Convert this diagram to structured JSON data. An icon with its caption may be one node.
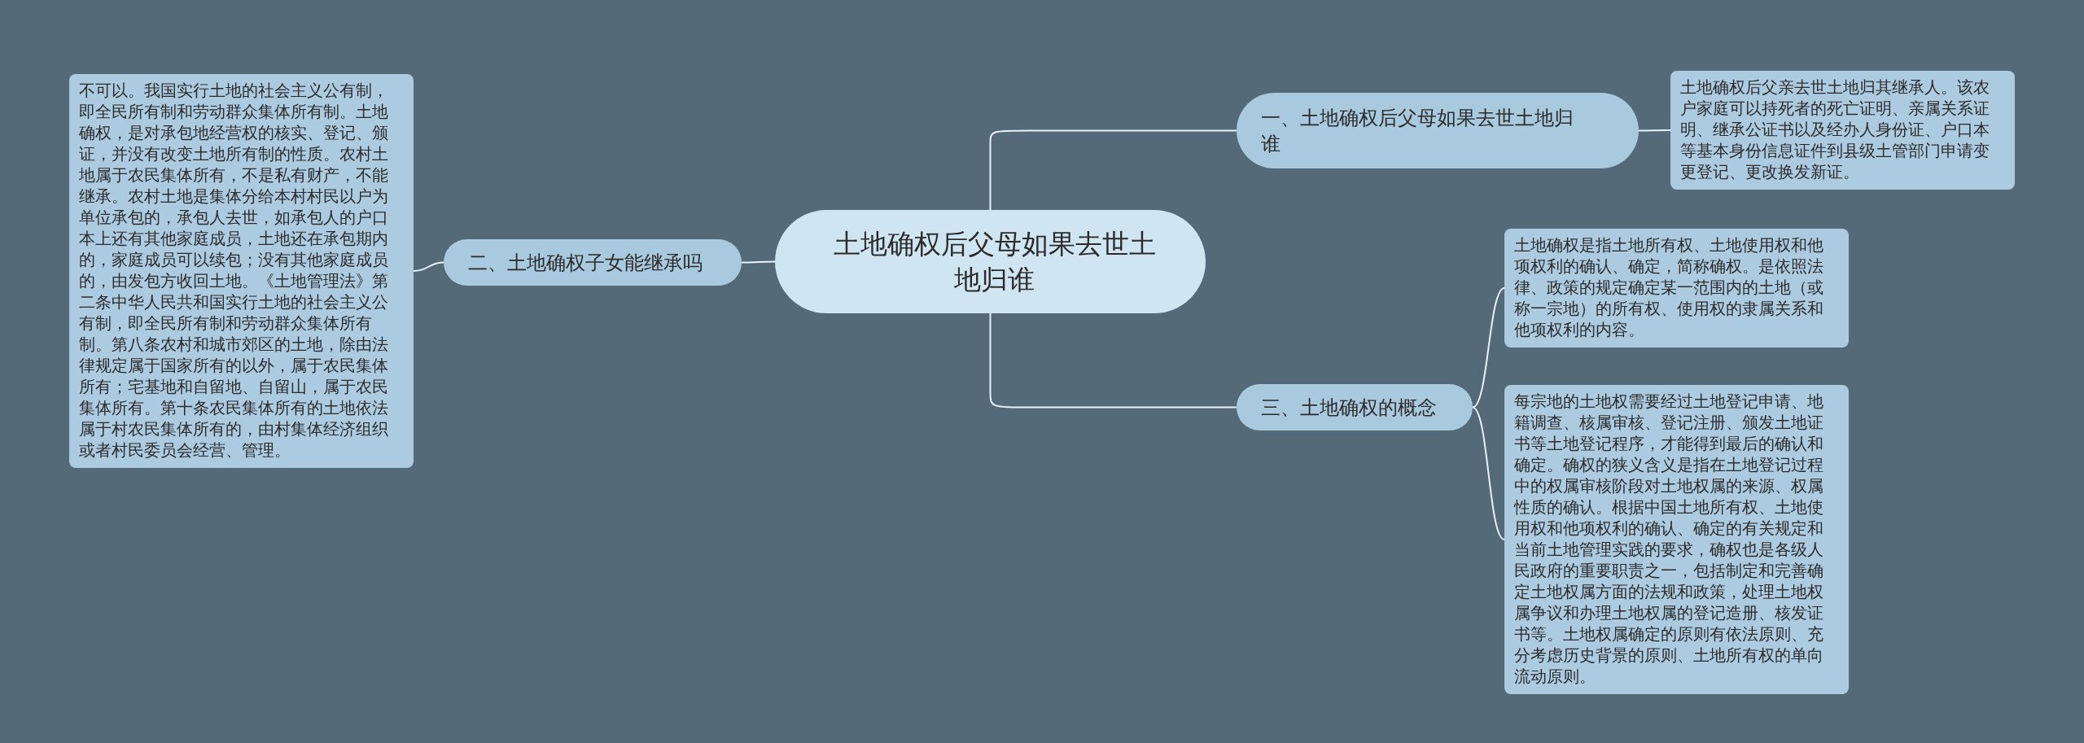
{
  "diagram": {
    "nodes": [
      {
        "text": [
          "土地确权后父母如果去世土地归谁"
        ]
      },
      {
        "text": [
          "一、土地确权后父母如果去世土地归谁"
        ]
      },
      {
        "text": [
          "土地确权后父亲去世土地归其继承人。该农户家庭可以持死者的死亡证明、亲属关系证明、继承公证书以及经办人身份证、户口本等基本身份信息证件到县级土管部门申请变更登记、更改换发新证。"
        ]
      },
      {
        "text": [
          "二、土地确权子女能继承吗"
        ]
      },
      {
        "text": [
          "不可以。我国实行土地的社会主义公有制，即全民所有制和劳动群众集体所有制。土地确权，是对承包地经营权的核实、登记、颁证，并没有改变土地所有制的性质。农村土地属于农民集体所有，不是私有财产，不能继承。农村土地是集体分给本村村民以户为单位承包的，承包人去世，如承包人的户口本上还有其他家庭成员，土地还在承包期内的，家庭成员可以续包；没有其他家庭成员的，由发包方收回土地。《土地管理法》第二条中华人民共和国实行土地的社会主义公有制，即全民所有制和劳动群众集体所有制。第八条农村和城市郊区的土地，除由法律规定属于国家所有的以外，属于农民集体所有；宅基地和自留地、自留山，属于农民集体所有。第十条农民集体所有的土地依法属于村农民集体所有的，由村集体经济组织或者村民委员会经营、管理。"
        ]
      },
      {
        "text": [
          "三、土地确权的概念"
        ]
      },
      {
        "text": [
          "土地确权是指土地所有权、土地使用权和他项权利的确认、确定，简称确权。是依照法律、政策的规定确定某一范围内的土地（或称一宗地）的所有权、使用权的隶属关系和他项权利的内容。"
        ]
      },
      {
        "text": [
          "每宗地的土地权需要经过土地登记申请、地籍调查、核属审核、登记注册、颁发土地证书等土地登记程序，才能得到最后的确认和确定。确权的狭义含义是指在土地登记过程中的权属审核阶段对土地权属的来源、权属性质的确认。根据中国土地所有权、土地使用权和他项权利的确认、确定的有关规定和当前土地管理实践的要求，确权也是各级人民政府的重要职责之一，包括制定和完善确定土地权属方面的法规和政策，处理土地权属争议和办理土地权属的登记造册、核发证书等。土地权属确定的原则有依法原则、充分考虑历史背景的原则、土地所有权的单向流动原则。"
        ]
      }
    ],
    "edges": [
      {
        "from": 0,
        "to": 1,
        "arrow": "none"
      },
      {
        "from": 1,
        "to": 2,
        "arrow": "none"
      },
      {
        "from": 0,
        "to": 3,
        "arrow": "none"
      },
      {
        "from": 3,
        "to": 4,
        "arrow": "none"
      },
      {
        "from": 0,
        "to": 5,
        "arrow": "none"
      },
      {
        "from": 5,
        "to": 6,
        "arrow": "none"
      },
      {
        "from": 5,
        "to": 7,
        "arrow": "none"
      }
    ]
  }
}
